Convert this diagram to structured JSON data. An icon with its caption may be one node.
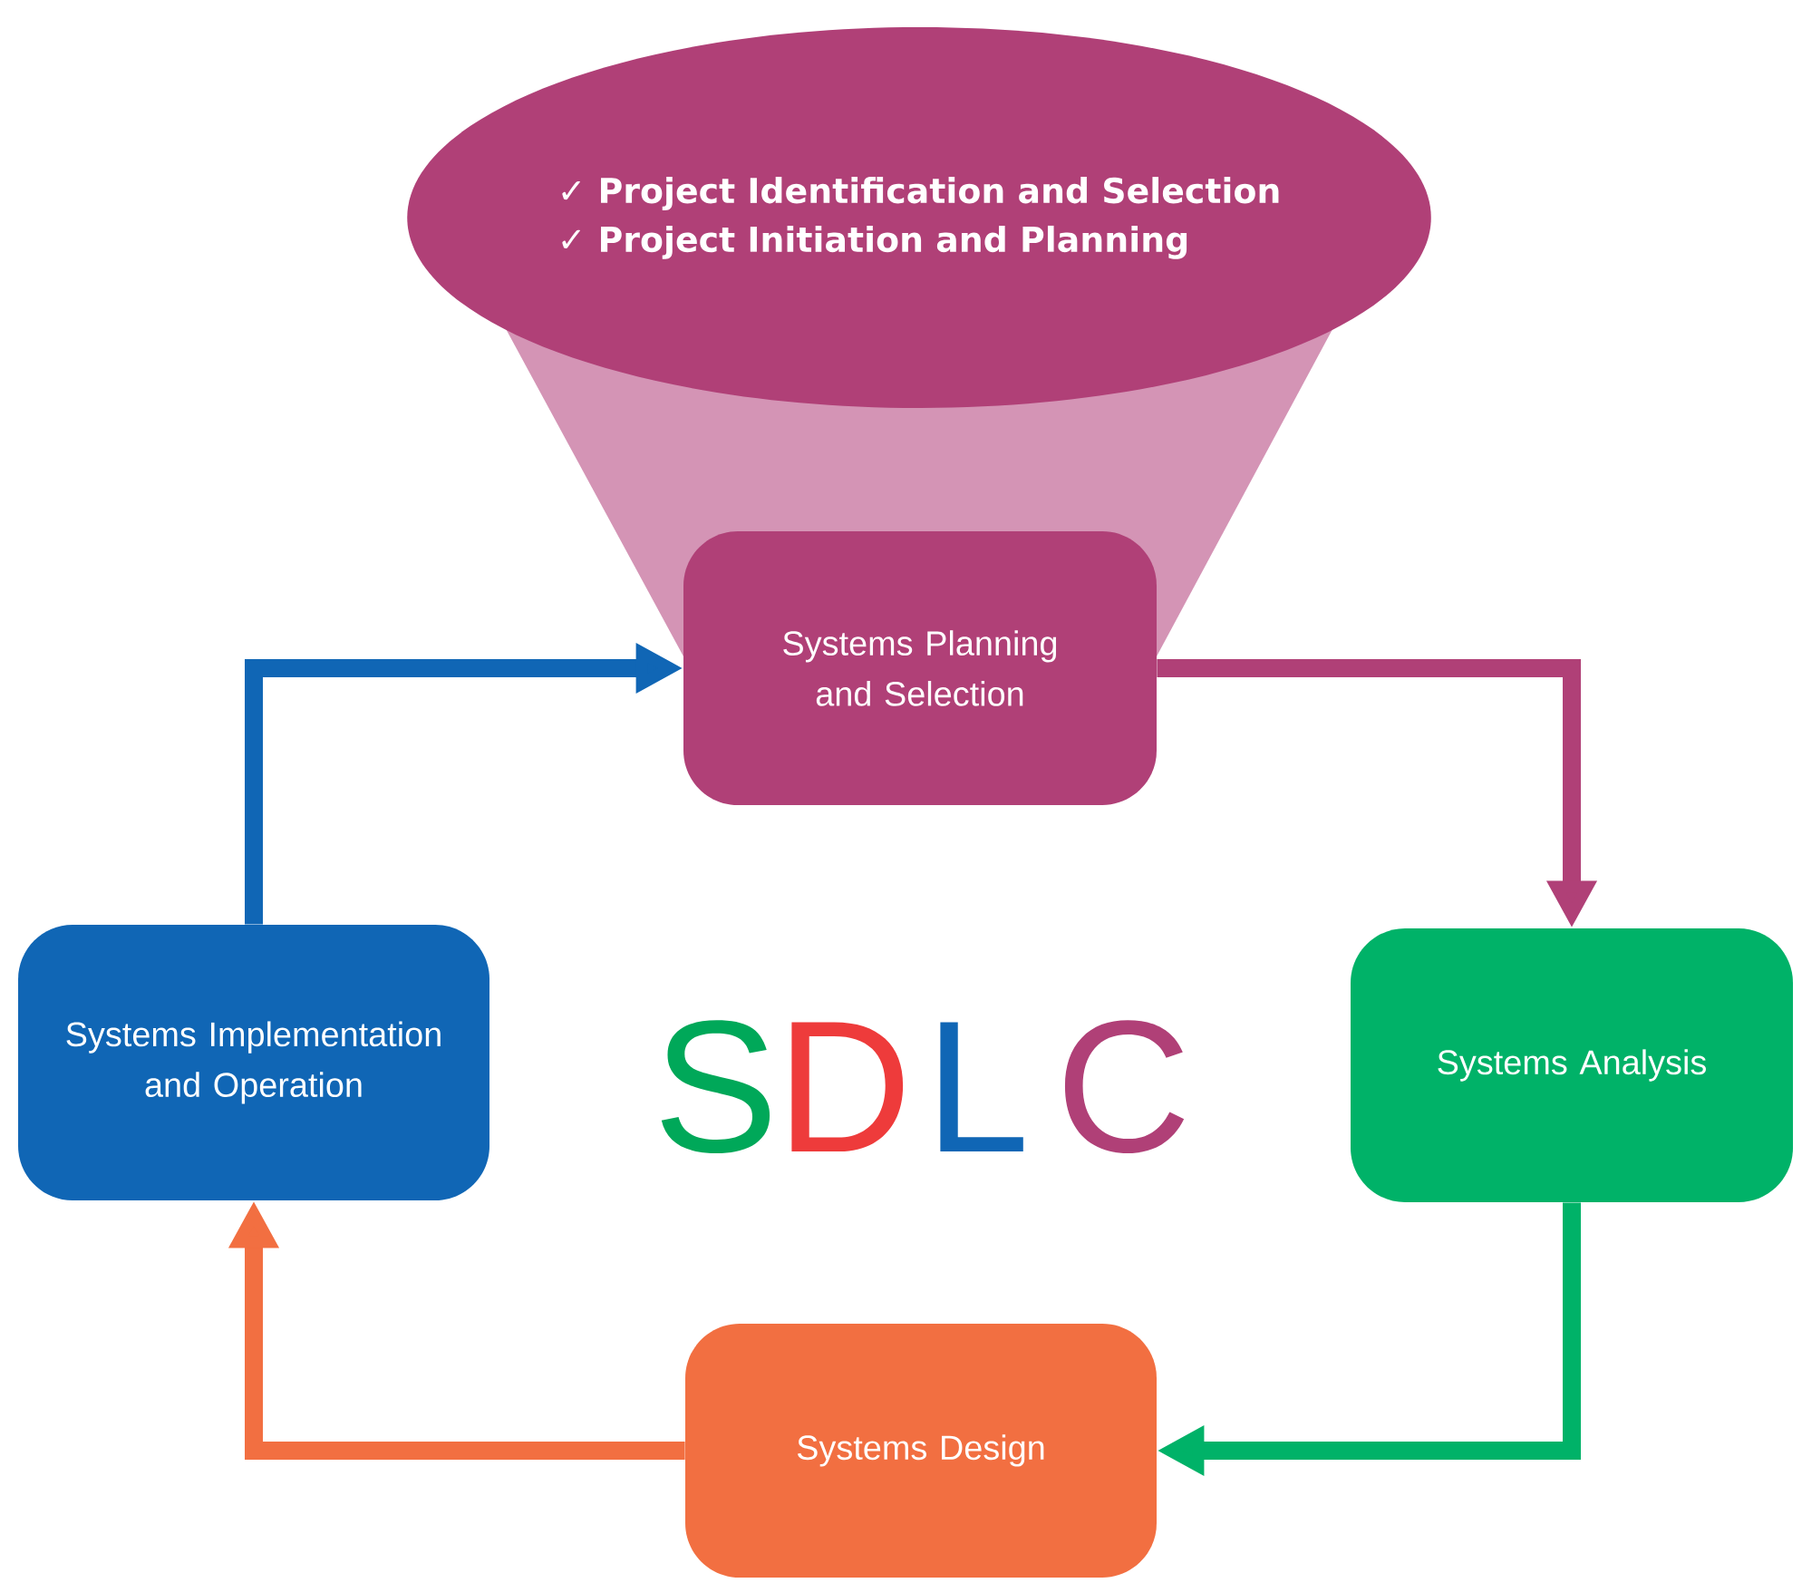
{
  "diagram": {
    "nodes": [
      {
        "text": [
          "✓ Project Identification and Selection",
          "✓ Project Initiation and Planning"
        ]
      },
      {
        "text": [
          "Systems Planning and Selection"
        ]
      },
      {
        "text": [
          "Systems Analysis"
        ]
      },
      {
        "text": [
          "Systems Design"
        ]
      },
      {
        "text": [
          "Systems Implementation and Operation"
        ]
      }
    ],
    "edges": [
      {
        "from": 4,
        "to": 1,
        "arrow": "to",
        "color": "#1066b5"
      },
      {
        "from": 1,
        "to": 2,
        "arrow": "to",
        "color": "#b04077"
      },
      {
        "from": 2,
        "to": 3,
        "arrow": "to",
        "color": "#00b268"
      },
      {
        "from": 3,
        "to": 4,
        "arrow": "to",
        "color": "#f26f41"
      }
    ],
    "labels": [
      "S",
      "D",
      "L",
      "C"
    ]
  }
}
